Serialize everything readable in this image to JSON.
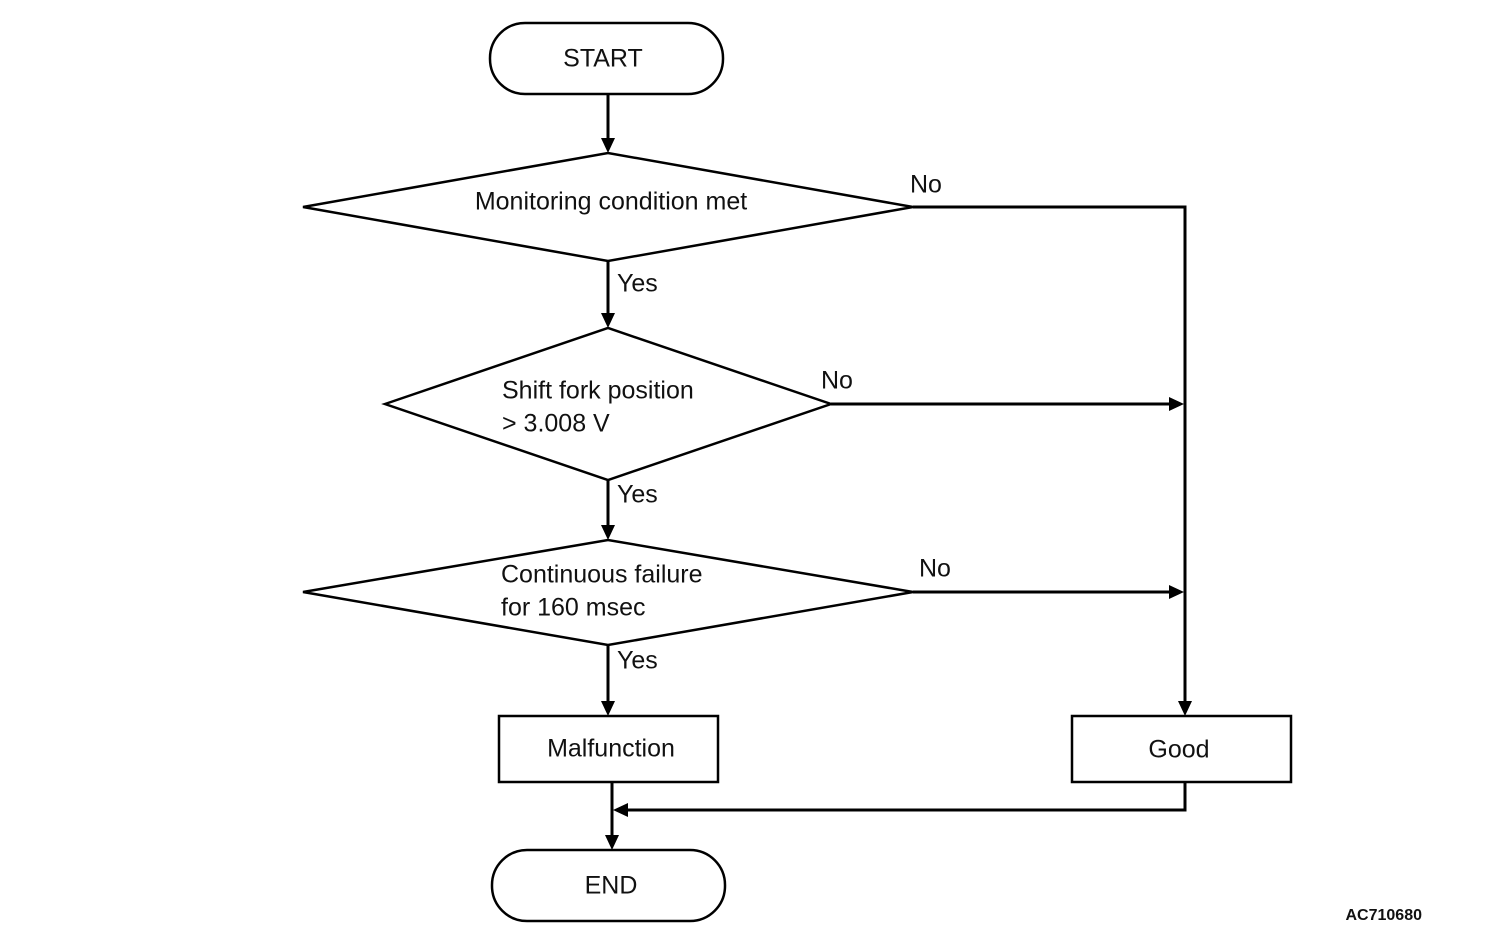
{
  "nodes": {
    "start": "START",
    "decision1": "Monitoring condition met",
    "decision2_line1": "Shift fork position",
    "decision2_line2": "> 3.008 V",
    "decision3_line1": "Continuous failure",
    "decision3_line2": "for 160 msec",
    "malfunction": "Malfunction",
    "good": "Good",
    "end": "END"
  },
  "branches": {
    "yes1": "Yes",
    "yes2": "Yes",
    "yes3": "Yes",
    "no1": "No",
    "no2": "No",
    "no3": "No"
  },
  "figure_id": "AC710680"
}
